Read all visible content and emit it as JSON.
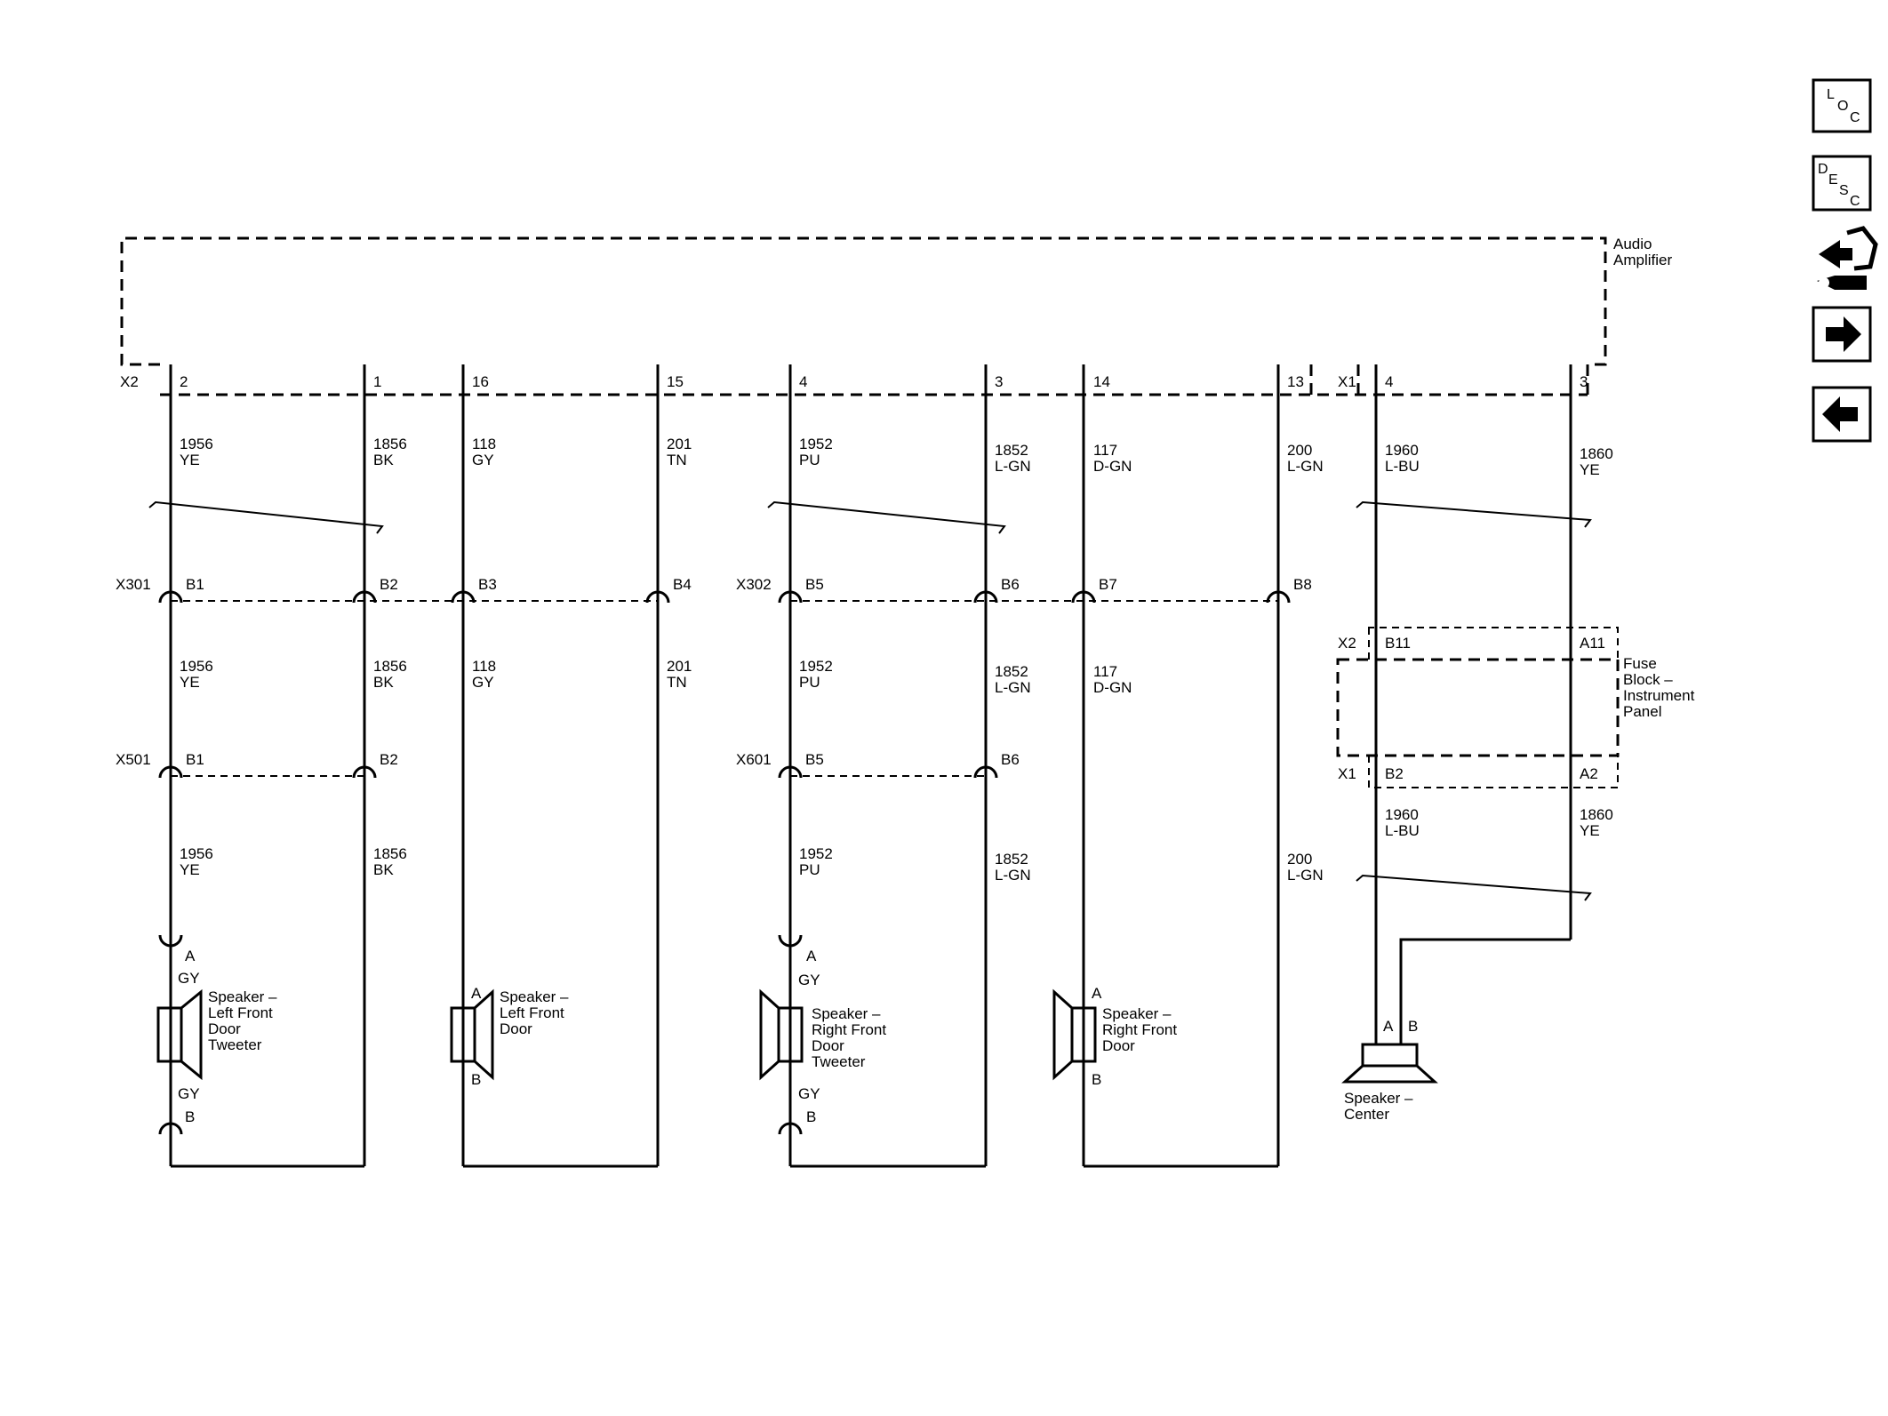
{
  "amplifier": {
    "label_line1": "Audio",
    "label_line2": "Amplifier",
    "conn_x2": "X2",
    "conn_x1": "X1"
  },
  "pins": [
    "2",
    "1",
    "16",
    "15",
    "4",
    "3",
    "14",
    "13",
    "4",
    "3"
  ],
  "wires_top": [
    {
      "c": "1956",
      "col": "YE"
    },
    {
      "c": "1856",
      "col": "BK"
    },
    {
      "c": "118",
      "col": "GY"
    },
    {
      "c": "201",
      "col": "TN"
    },
    {
      "c": "1952",
      "col": "PU"
    },
    {
      "c": "1852",
      "col": "L-GN"
    },
    {
      "c": "117",
      "col": "D-GN"
    },
    {
      "c": "200",
      "col": "L-GN"
    },
    {
      "c": "1960",
      "col": "L-BU"
    },
    {
      "c": "1860",
      "col": "YE"
    }
  ],
  "x301": {
    "name": "X301",
    "pins": [
      "B1",
      "B2",
      "B3",
      "B4"
    ]
  },
  "x302": {
    "name": "X302",
    "pins": [
      "B5",
      "B6",
      "B7",
      "B8"
    ]
  },
  "wires_mid": [
    {
      "c": "1956",
      "col": "YE"
    },
    {
      "c": "1856",
      "col": "BK"
    },
    {
      "c": "118",
      "col": "GY"
    },
    {
      "c": "201",
      "col": "TN"
    },
    {
      "c": "1952",
      "col": "PU"
    },
    {
      "c": "1852",
      "col": "L-GN"
    },
    {
      "c": "117",
      "col": "D-GN"
    }
  ],
  "x501": {
    "name": "X501",
    "pins": [
      "B1",
      "B2"
    ]
  },
  "x601": {
    "name": "X601",
    "pins": [
      "B5",
      "B6"
    ]
  },
  "wires_low": [
    {
      "c": "1956",
      "col": "YE"
    },
    {
      "c": "1856",
      "col": "BK"
    },
    {
      "c": "1952",
      "col": "PU"
    },
    {
      "c": "1852",
      "col": "L-GN"
    },
    {
      "c": "200",
      "col": "L-GN"
    }
  ],
  "fuse_block": {
    "label": [
      "Fuse",
      "Block –",
      "Instrument",
      "Panel"
    ],
    "top_conn": "X2",
    "top_pins": [
      "B11",
      "A11"
    ],
    "bot_conn": "X1",
    "bot_pins": [
      "B2",
      "A2"
    ],
    "wires": [
      {
        "c": "1960",
        "col": "L-BU"
      },
      {
        "c": "1860",
        "col": "YE"
      }
    ]
  },
  "speakers": {
    "lf_tweeter": {
      "label": [
        "Speaker –",
        "Left Front",
        "Door",
        "Tweeter"
      ],
      "pin_a": "A",
      "pin_b": "B",
      "wire": "GY"
    },
    "lf_door": {
      "label": [
        "Speaker –",
        "Left Front",
        "Door"
      ],
      "pin_a": "A",
      "pin_b": "B"
    },
    "rf_tweeter": {
      "label": [
        "Speaker –",
        "Right Front",
        "Door",
        "Tweeter"
      ],
      "pin_a": "A",
      "pin_b": "B",
      "wire": "GY"
    },
    "rf_door": {
      "label": [
        "Speaker –",
        "Right Front",
        "Door"
      ],
      "pin_a": "A",
      "pin_b": "B"
    },
    "center": {
      "label": [
        "Speaker –",
        "Center"
      ],
      "pin_a": "A",
      "pin_b": "B"
    }
  },
  "nav": {
    "loc": [
      "L",
      "O",
      "C"
    ],
    "desc": [
      "D",
      "E",
      "S",
      "C"
    ],
    "connector_icon": "connector-icon",
    "next_icon": "arrow-right-icon",
    "prev_icon": "arrow-left-icon"
  }
}
